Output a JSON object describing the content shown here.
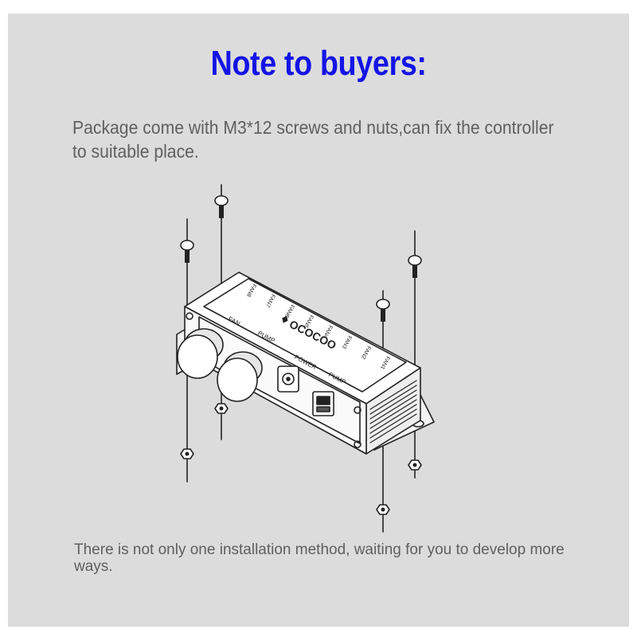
{
  "heading": "Note to buyers:",
  "description": "Package come with M3*12 screws and nuts,can fix the controller to suitable place.",
  "footer_note": "There is not only one installation method, waiting for you to develop more ways.",
  "device": {
    "brand": "OCOCOO",
    "knob_labels": [
      "FAN",
      "PUMP"
    ],
    "port_labels": [
      "POWER",
      "PUMP"
    ],
    "fan_labels": [
      "FAN8",
      "FAN7",
      "FAN6",
      "FAN5",
      "FAN4",
      "FAN3",
      "FAN2",
      "FAN1"
    ]
  },
  "colors": {
    "heading": "#1414e6",
    "panel": "#dcdcdc",
    "text": "#5f5f5f",
    "line": "#222222"
  }
}
